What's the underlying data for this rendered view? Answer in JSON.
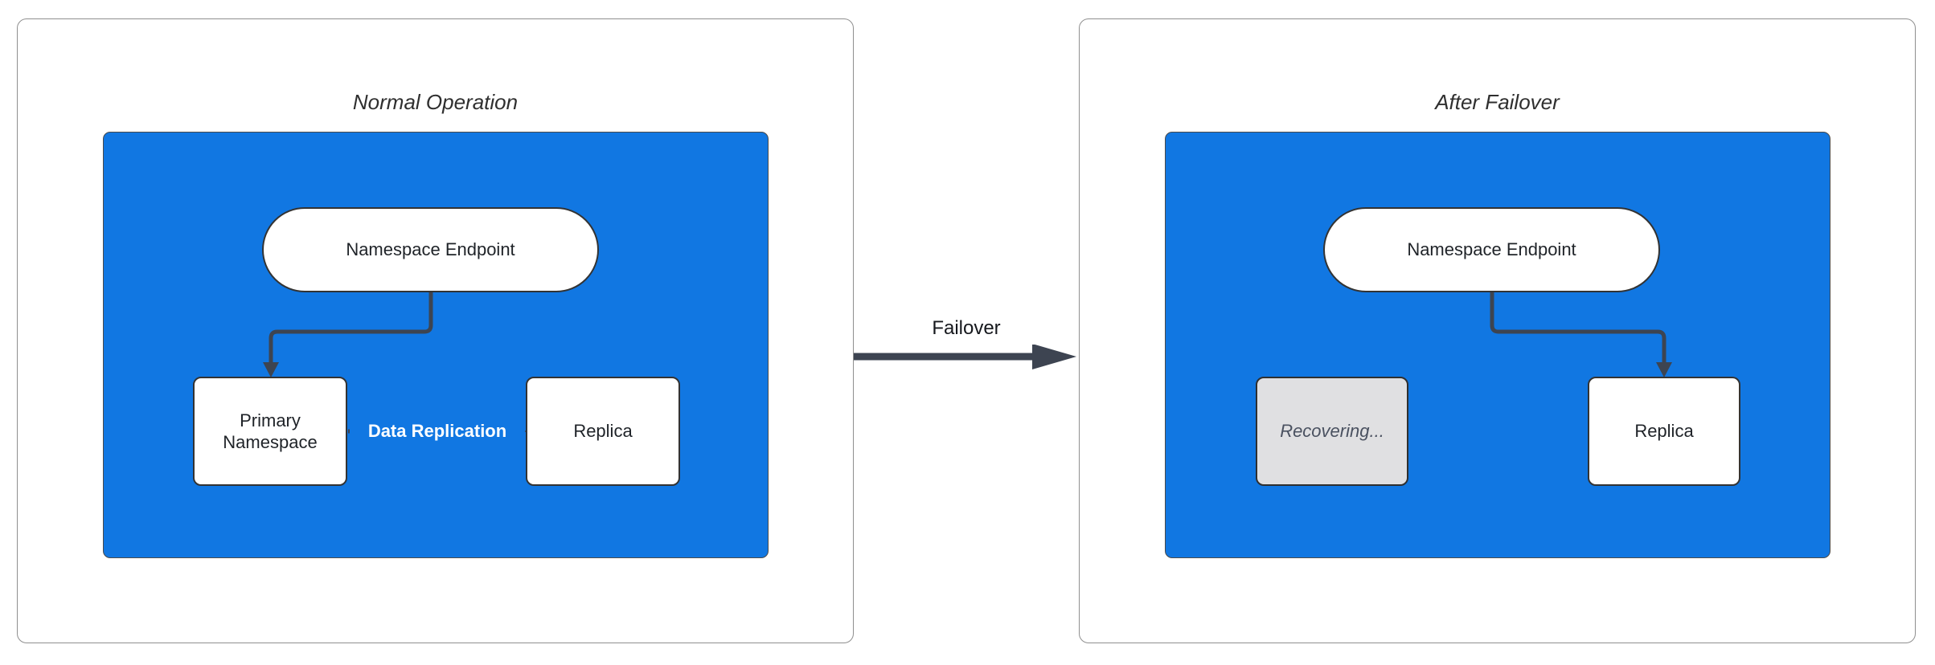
{
  "diagram": {
    "failover_label": "Failover",
    "panels": [
      {
        "id": "normal-operation",
        "title": "Normal Operation",
        "nodes": {
          "endpoint": "Namespace Endpoint",
          "left_box": "Primary Namespace",
          "right_box": "Replica"
        },
        "edge_label": "Data Replication"
      },
      {
        "id": "after-failover",
        "title": "After Failover",
        "nodes": {
          "endpoint": "Namespace Endpoint",
          "left_box": "Recovering...",
          "right_box": "Replica"
        }
      }
    ]
  },
  "colors": {
    "blue": "#1177e2",
    "line": "#3d4451",
    "node-border": "#333333",
    "panel-border": "#8f8f8f",
    "gray-fill": "#e0e0e2",
    "muted-text": "#4a5160"
  }
}
